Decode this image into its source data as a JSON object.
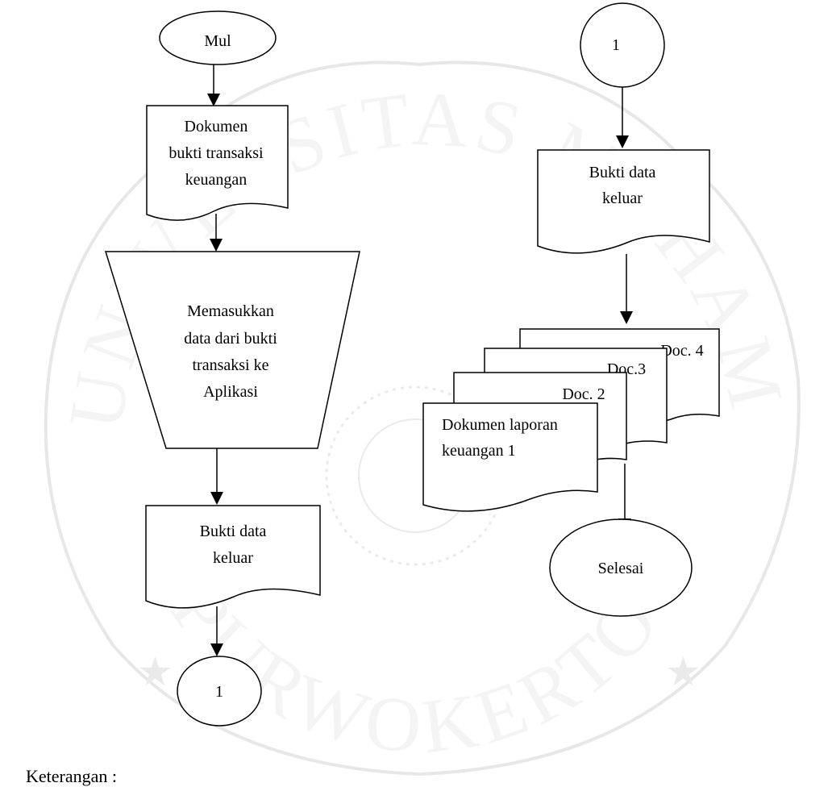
{
  "watermark": {
    "arc_top": "UNIVERSITAS MUHAMMADIYAH",
    "arc_bottom": "PURWOKERTO"
  },
  "nodes": {
    "start": {
      "label": "Mul"
    },
    "doc_bukti": {
      "lines": [
        "Dokumen",
        "bukti transaksi",
        "keuangan"
      ]
    },
    "manual_input": {
      "lines": [
        "Memasukkan",
        "data dari bukti",
        "transaksi ke",
        "Aplikasi"
      ]
    },
    "bukti_keluar_left": {
      "lines": [
        "Bukti data",
        "keluar"
      ]
    },
    "connector_left": {
      "label": "1"
    },
    "connector_right": {
      "label": "1"
    },
    "bukti_keluar_right": {
      "lines": [
        "Bukti data",
        "keluar"
      ]
    },
    "multidoc": {
      "doc4": "Doc. 4",
      "doc3": "Doc.3",
      "doc2": "Doc. 2",
      "doc1_lines": [
        "Dokumen laporan",
        "keuangan 1"
      ]
    },
    "end": {
      "label": "Selesai"
    }
  },
  "footer": {
    "keterangan": "Keterangan :"
  }
}
